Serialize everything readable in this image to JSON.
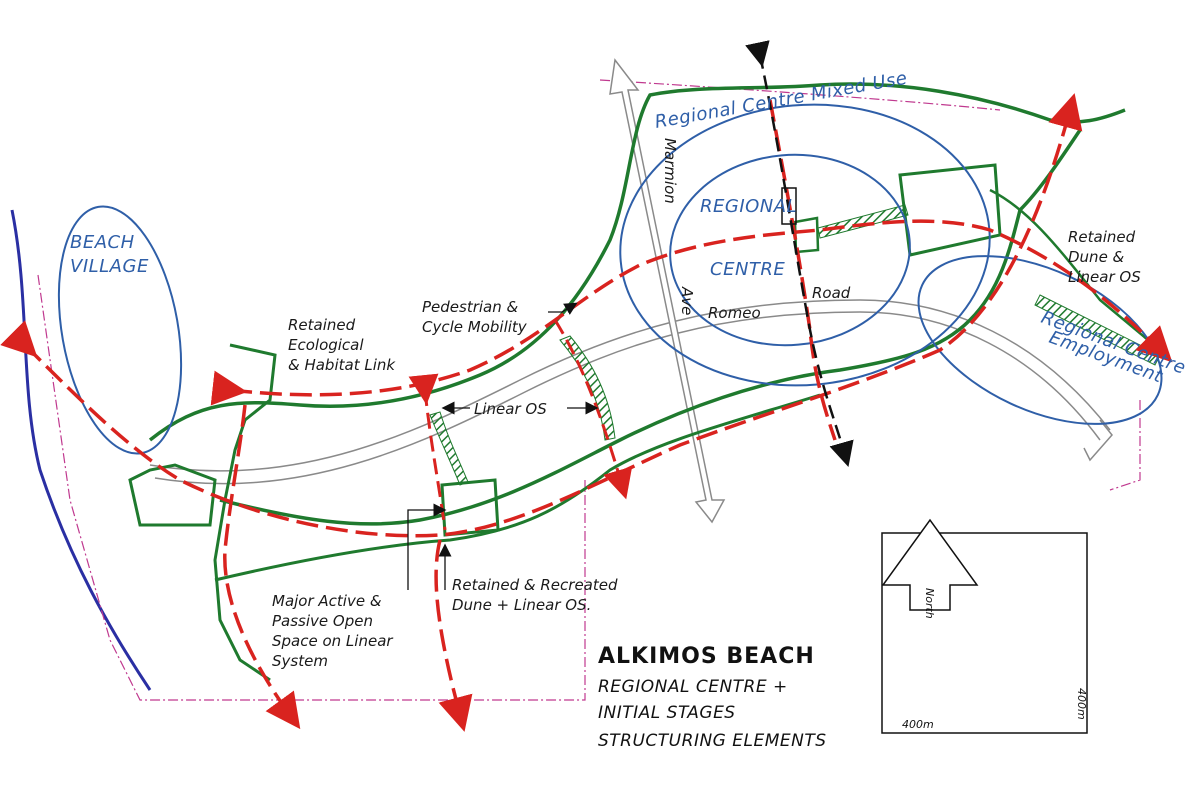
{
  "title": "ALKIMOS BEACH",
  "subtitle_lines": [
    "REGIONAL CENTRE +",
    "INITIAL STAGES",
    "STRUCTURING ELEMENTS"
  ],
  "labels": {
    "beach_village": [
      "BEACH",
      "VILLAGE"
    ],
    "regional_centre_mixed_use": "Regional Centre Mixed Use",
    "regional": "REGIONAL",
    "centre": "CENTRE",
    "marmion": "Marmion",
    "ave": "Ave",
    "romeo": "Romeo",
    "road": "Road",
    "retained_dune": [
      "Retained",
      "Dune &",
      "Linear OS"
    ],
    "regional_centre_employment": [
      "Regional Centre",
      "Employment"
    ],
    "retained_ecological": [
      "Retained",
      "Ecological",
      "& Habitat Link"
    ],
    "pedestrian": [
      "Pedestrian &",
      "Cycle Mobility"
    ],
    "linear_os": "Linear OS",
    "retained_recreated": [
      "Retained & Recreated",
      "Dune + Linear OS."
    ],
    "major_active": [
      "Major Active &",
      "Passive Open",
      "Space on Linear",
      "System"
    ],
    "north": "North",
    "scale_h": "400m",
    "scale_v": "400m"
  },
  "colors": {
    "green": "#1f7a2e",
    "red": "#d9231f",
    "blue": "#2f5fa8",
    "grey": "#8a8a8a",
    "black": "#111111",
    "magenta": "#c0398f",
    "coast": "#2a2fa3"
  }
}
